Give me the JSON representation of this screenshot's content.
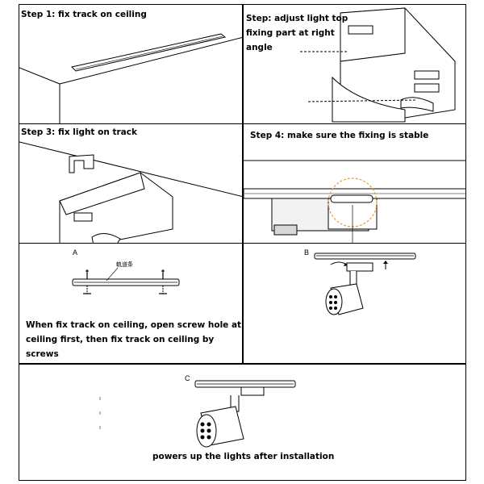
{
  "steps": [
    {
      "caption": "Step 1: fix track on ceiling"
    },
    {
      "caption": "Step: adjust light top\nfixing part at right\nangle"
    },
    {
      "caption": "Step 3: fix light on track"
    },
    {
      "caption": "Step 4: make sure the fixing is stable"
    }
  ],
  "panel_a": {
    "letter": "A",
    "track_label": "軌道条",
    "caption": "When fix track on ceiling, open screw hole at\nceiling first, then fix track on ceiling by screws"
  },
  "panel_b": {
    "letter": "B"
  },
  "panel_c": {
    "letter": "C",
    "caption": "powers up the lights after installation"
  },
  "colors": {
    "line": "#000000",
    "gray": "#8a8a8a",
    "circle": "#e0a040"
  }
}
